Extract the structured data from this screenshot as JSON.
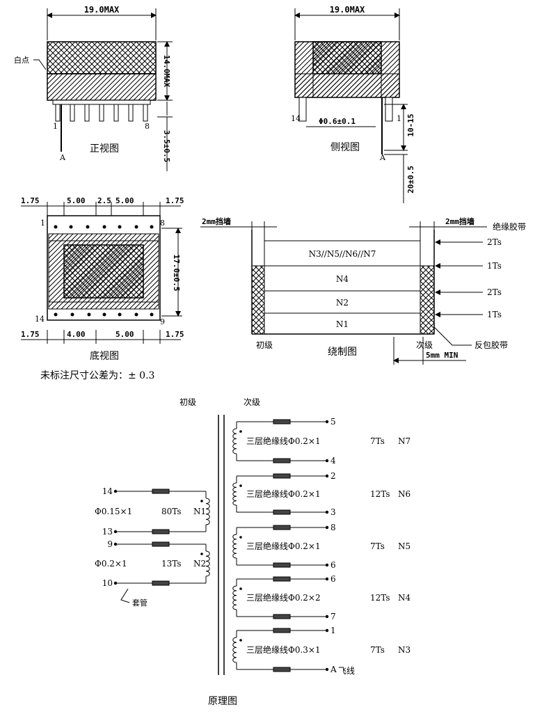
{
  "front_view": {
    "caption": "正视图",
    "width_dim": "19.0MAX",
    "height_dim": "14.0MAX",
    "pin_dim": "3.5±0.5",
    "label_white_dot": "白点",
    "pin_left": "1",
    "pin_right": "8",
    "pin_a": "A"
  },
  "side_view": {
    "caption": "侧视图",
    "width_dim": "19.0MAX",
    "pin_dim": "Φ0.6±0.1",
    "offset_dim": "10-15",
    "lead_dim": "20±0.5",
    "pin_left": "14",
    "pin_right": "1",
    "pin_a": "A"
  },
  "bottom_view": {
    "caption": "底视图",
    "dims_top": [
      "1.75",
      "5.00",
      "2.5",
      "5.00",
      "1.75"
    ],
    "dims_bottom": [
      "1.75",
      "4.00",
      "5.00",
      "1.75"
    ],
    "height_dim": "17.0±0.5",
    "pin_1": "1",
    "pin_8": "8",
    "pin_14": "14",
    "pin_9": "9"
  },
  "tolerance_note": "未标注尺寸公差为：± 0.3",
  "winding": {
    "caption": "绕制图",
    "margin_left": "2mm挡墙",
    "margin_right": "2mm挡墙",
    "insulation_tape": "绝缘胶带",
    "reverse_tape": "反包胶带",
    "layers": [
      "N3//N5//N6//N7",
      "N4",
      "N2",
      "N1"
    ],
    "turns": [
      "2Ts",
      "1Ts",
      "2Ts",
      "1Ts"
    ],
    "primary": "初级",
    "secondary": "次级",
    "lead_dim": "5mm MIN"
  },
  "schematic": {
    "caption": "原理图",
    "primary_label": "初级",
    "secondary_label": "次级",
    "sleeve": "套管",
    "primary": [
      {
        "pin_top": "14",
        "pin_bottom": "13",
        "wire": "Φ0.15×1",
        "turns": "80Ts",
        "name": "N1"
      },
      {
        "pin_top": "9",
        "pin_bottom": "10",
        "wire": "Φ0.2×1",
        "turns": "13Ts",
        "name": "N2"
      }
    ],
    "secondary": [
      {
        "pin_top": "5",
        "pin_bottom": "4",
        "wire": "三层绝缘线Φ0.2×1",
        "turns": "7Ts",
        "name": "N7"
      },
      {
        "pin_top": "2",
        "pin_bottom": "3",
        "wire": "三层绝缘线Φ0.2×1",
        "turns": "12Ts",
        "name": "N6"
      },
      {
        "pin_top": "8",
        "pin_bottom": "6",
        "wire": "三层绝缘线Φ0.2×1",
        "turns": "7Ts",
        "name": "N5"
      },
      {
        "pin_top": "6",
        "pin_bottom": "7",
        "wire": "三层绝缘线Φ0.2×2",
        "turns": "12Ts",
        "name": "N4"
      },
      {
        "pin_top": "1",
        "pin_bottom": "A",
        "wire": "三层绝缘线Φ0.3×1",
        "turns": "7Ts",
        "name": "N3"
      }
    ],
    "flying_lead": "飞线"
  }
}
